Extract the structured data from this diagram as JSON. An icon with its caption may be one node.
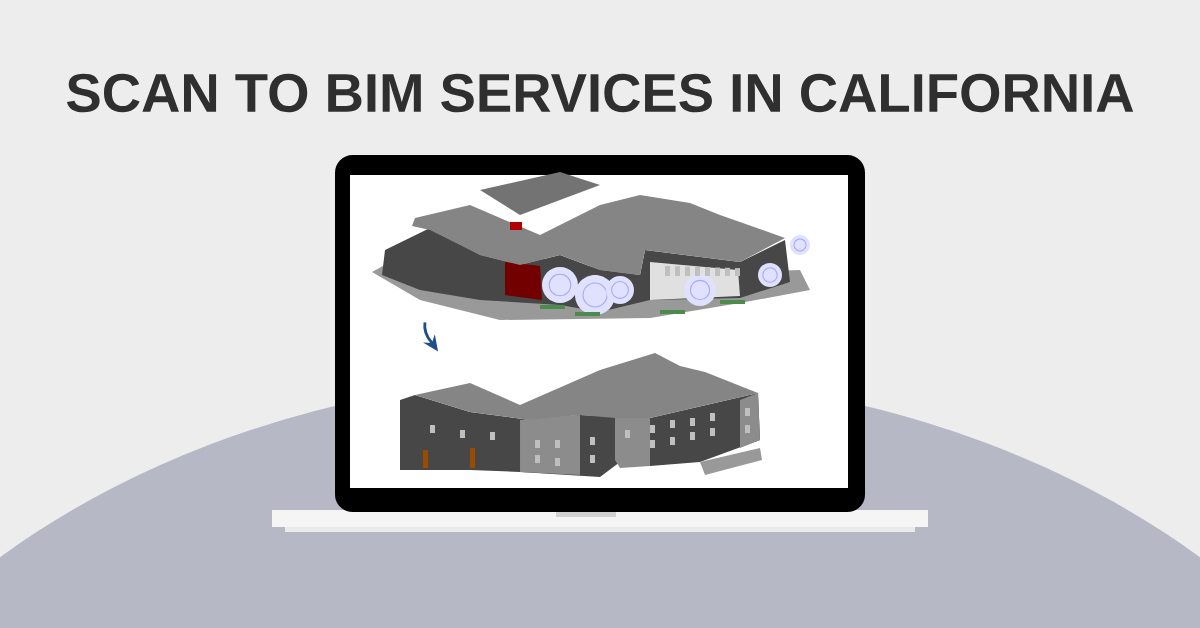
{
  "diagram": {
    "title": "SCAN TO BIM SERVICES IN CALIFORNIA",
    "nodes": [
      {
        "text": [],
        "shape": "picture"
      },
      {
        "text": [],
        "shape": "picture"
      }
    ],
    "edges": [
      {
        "from": 0,
        "to": 1,
        "arrow": "to"
      }
    ]
  }
}
